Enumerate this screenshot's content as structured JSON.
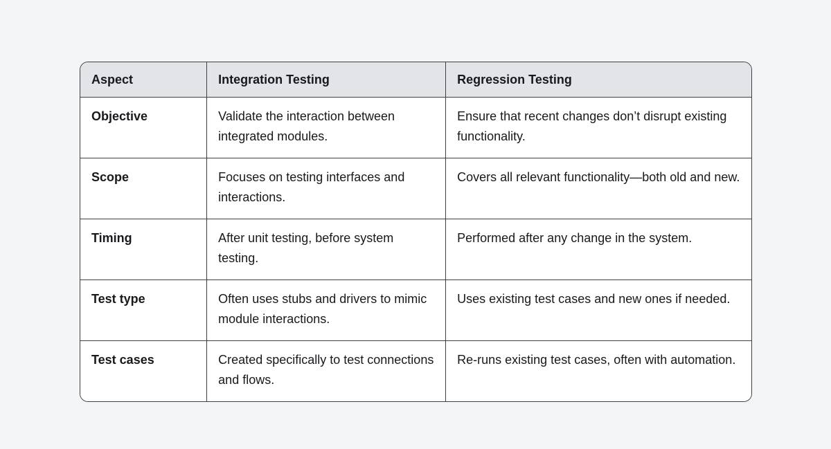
{
  "page": {
    "background": "#f4f5f6"
  },
  "table": {
    "colors": {
      "header_bg": "#e2e4e8",
      "cell_bg": "#ffffff",
      "border": "#3c4045",
      "text": "#17191c"
    },
    "columns": [
      {
        "label": "Aspect"
      },
      {
        "label": "Integration Testing"
      },
      {
        "label": "Regression Testing"
      }
    ],
    "rows": [
      {
        "aspect": "Objective",
        "integration": "Validate the interaction between integrated modules.",
        "regression": "Ensure that recent changes don’t disrupt existing functionality."
      },
      {
        "aspect": "Scope",
        "integration": "Focuses on testing interfaces and interactions.",
        "regression": "Covers all relevant functionality—both old and new."
      },
      {
        "aspect": "Timing",
        "integration": "After unit testing, before system testing.",
        "regression": "Performed after any change in the system."
      },
      {
        "aspect": "Test type",
        "integration": "Often uses stubs and drivers to mimic module interactions.",
        "regression": "Uses existing test cases and new ones if needed."
      },
      {
        "aspect": "Test cases",
        "integration": "Created specifically to test connections and flows.",
        "regression": "Re-runs existing test cases, often with automation."
      }
    ]
  }
}
